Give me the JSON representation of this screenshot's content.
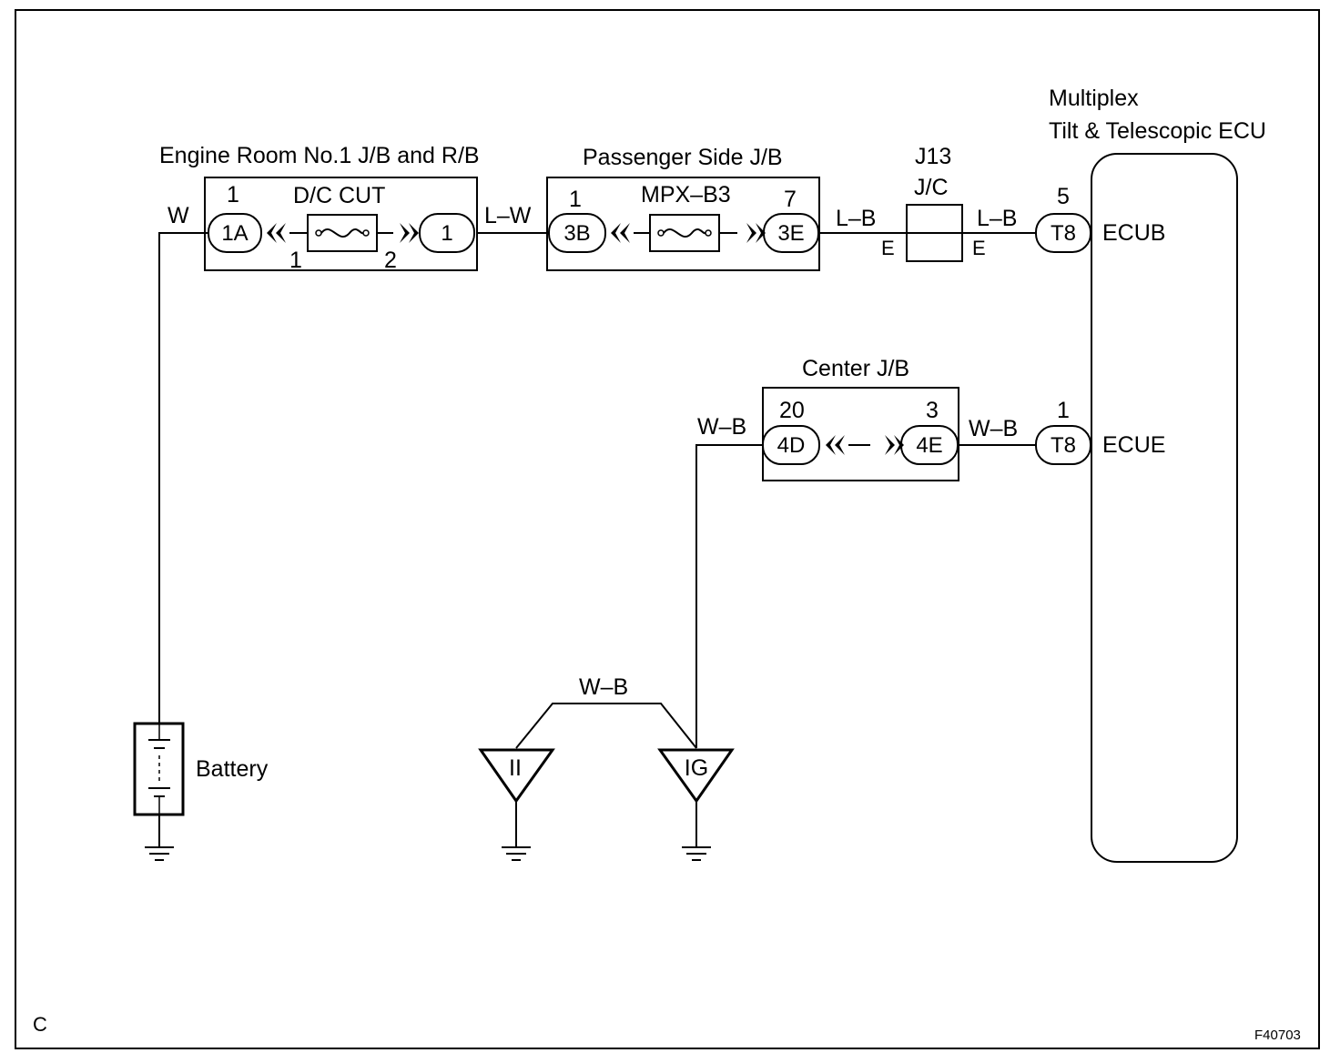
{
  "corner_label": "C",
  "figure_code": "F40703",
  "ecu": {
    "title_line1": "Multiplex",
    "title_line2": "Tilt & Telescopic ECU",
    "pin_b_number": "5",
    "pin_b_connector": "T8",
    "pin_b_name": "ECUB",
    "pin_e_number": "1",
    "pin_e_connector": "T8",
    "pin_e_name": "ECUE"
  },
  "engine_room_jb": {
    "title": "Engine Room No.1 J/B and R/B",
    "fuse_name": "D/C CUT",
    "in_pin_number": "1",
    "in_connector": "1A",
    "out_connector": "1",
    "fuse_terminal_left": "1",
    "fuse_terminal_right": "2"
  },
  "passenger_jb": {
    "title": "Passenger Side J/B",
    "fuse_name": "MPX–B3",
    "in_pin_number": "1",
    "in_connector": "3B",
    "out_pin_number": "7",
    "out_connector": "3E"
  },
  "junction": {
    "title": "J13",
    "type": "J/C",
    "left_pin": "E",
    "right_pin": "E"
  },
  "center_jb": {
    "title": "Center J/B",
    "in_pin_number": "20",
    "in_connector": "4D",
    "out_pin_number": "3",
    "out_connector": "4E"
  },
  "wires": {
    "battery_to_engine_jb": "W",
    "engine_jb_to_passenger_jb": "L–W",
    "passenger_jb_to_jc": "L–B",
    "jc_to_ecu": "L–B",
    "ground_to_center_jb": "W–B",
    "center_jb_to_ecu": "W–B",
    "ground_link": "W–B"
  },
  "battery": {
    "label": "Battery"
  },
  "grounds": {
    "left_point": "II",
    "right_point": "IG"
  }
}
